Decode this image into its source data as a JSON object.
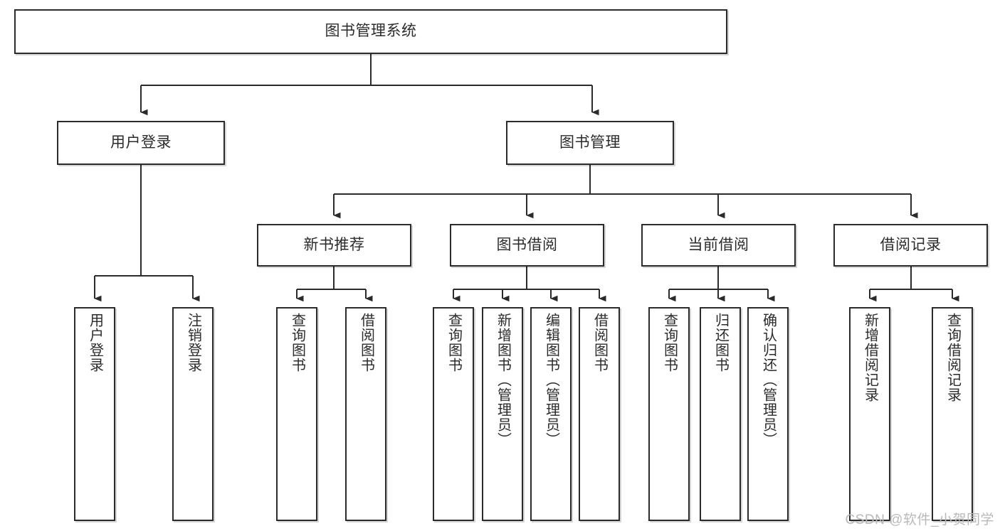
{
  "diagram": {
    "type": "tree-hierarchy",
    "title": "图书管理系统",
    "watermark": "CSDN @软件_小贺同学",
    "colors": {
      "stroke": "#2b2b2b",
      "fill": "#ffffff",
      "text": "#2b2b2b",
      "watermark": "#b9b9b9"
    },
    "root": {
      "label": "图书管理系统"
    },
    "level1": [
      {
        "label": "用户登录"
      },
      {
        "label": "图书管理"
      }
    ],
    "level2": [
      {
        "label": "新书推荐"
      },
      {
        "label": "图书借阅"
      },
      {
        "label": "当前借阅"
      },
      {
        "label": "借阅记录"
      }
    ],
    "leaves": {
      "user_login": [
        {
          "label": "用户登录"
        },
        {
          "label": "注销登录"
        }
      ],
      "new_book_recommend": [
        {
          "label": "查询图书"
        },
        {
          "label": "借阅图书"
        }
      ],
      "book_borrow": [
        {
          "label": "查询图书"
        },
        {
          "label": "新增图书（管理员）"
        },
        {
          "label": "编辑图书（管理员）"
        },
        {
          "label": "借阅图书"
        }
      ],
      "current_borrow": [
        {
          "label": "查询图书"
        },
        {
          "label": "归还图书"
        },
        {
          "label": "确认归还（管理员）"
        }
      ],
      "borrow_record": [
        {
          "label": "新增借阅记录"
        },
        {
          "label": "查询借阅记录"
        }
      ]
    }
  }
}
